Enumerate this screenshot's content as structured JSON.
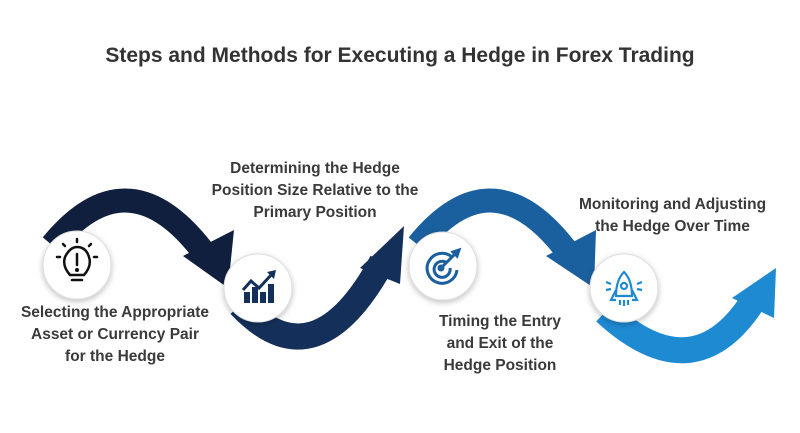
{
  "title": "Steps and Methods for Executing a Hedge in Forex Trading",
  "steps": [
    {
      "label_lines": [
        "Selecting the Appropriate",
        "Asset or Currency Pair",
        "for the Hedge"
      ],
      "icon": "lightbulb-icon",
      "color": "#0f1f3d"
    },
    {
      "label_lines": [
        "Determining the Hedge",
        "Position Size Relative to the",
        "Primary Position"
      ],
      "icon": "chart-growth-icon",
      "color": "#14305a"
    },
    {
      "label_lines": [
        "Timing the Entry",
        "and Exit of the",
        "Hedge Position"
      ],
      "icon": "target-icon",
      "color": "#1a5f9e"
    },
    {
      "label_lines": [
        "Monitoring and Adjusting",
        "the Hedge Over Time"
      ],
      "icon": "rocket-icon",
      "color": "#1e8ad2"
    }
  ]
}
